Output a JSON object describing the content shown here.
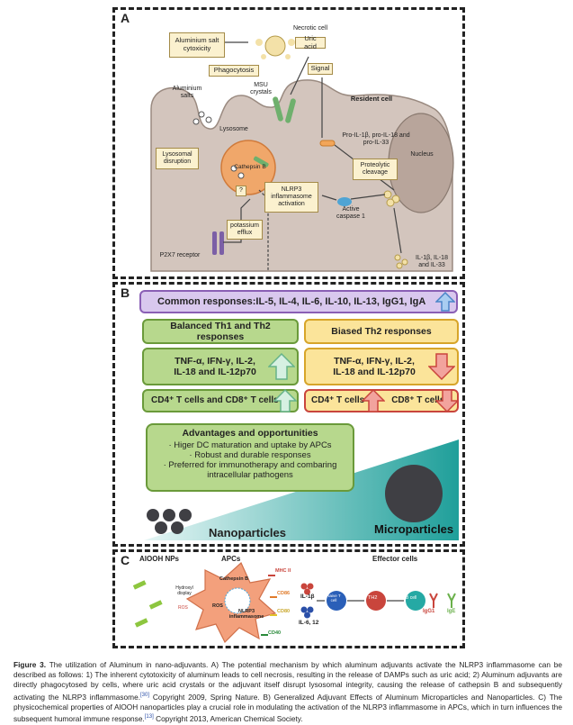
{
  "panelA": {
    "label": "A",
    "aluminium_cytotoxicity": "Aluminium salt cytoxicity",
    "necrotic_cell": "Necrotic cell",
    "uric_acid": "Uric acid",
    "signal": "Signal",
    "phagocytosis": "Phagocytosis",
    "aluminium_salts": "Aluminium salts",
    "msu_crystals": "MSU crystals",
    "resident_cell": "Resident cell",
    "lysosome": "Lysosome",
    "lysosomal_disruption": "Lysosomal disruption",
    "cathepsin_b": "Cathepsin B",
    "pro_il": "Pro-IL-1β, pro-IL-18 and pro-IL-33",
    "nucleus": "Nucleus",
    "proteolytic_cleavage": "Proteolytic cleavage",
    "question": "?",
    "nlrp3": "NLRP3 inflammasome activation",
    "active_caspase": "Active caspase 1",
    "potassium_efflux": "potassium efflux",
    "p2x7": "P2X7 receptor",
    "il_out": "IL-1β, IL-18 and IL-33"
  },
  "panelB": {
    "label": "B",
    "common": "Common responses:IL-5, IL-4, IL-6, IL-10, IL-13, IgG1, IgA",
    "balanced": "Balanced Th1 and Th2 responses",
    "biased": "Biased Th2 responses",
    "tnf_left": "TNF-α, IFN-γ, IL-2, IL-18 and IL-12p70",
    "tnf_right": "TNF-α, IFN-γ, IL-2, IL-18 and IL-12p70",
    "cd_left": "CD4⁺ T cells and CD8⁺ T cells",
    "cd4_right": "CD4⁺ T cells",
    "cd8_right": "CD8⁺ T cells",
    "adv_title": "Advantages and opportunities",
    "adv_lines": [
      "· Higer DC maturation and uptake by APCs",
      "· Robust and durable responses",
      "· Preferred for immunotherapy and combaring intracellular pathogens"
    ],
    "nano": "Nanoparticles",
    "micro": "Microparticles",
    "colors": {
      "green_fill": "#b7d88d",
      "green_border": "#6a9a3a",
      "yellow_fill": "#fbe49a",
      "yellow_border": "#d7a52a",
      "purple_fill": "#d9c8ee",
      "purple_border": "#8a5fb5",
      "teal": "#25a9a4"
    }
  },
  "panelC": {
    "label": "C",
    "alooh": "AlOOH NPs",
    "apcs": "APCs",
    "effector": "Effector cells",
    "hydroxyl": "Hydroxyl display",
    "ros_small": "ROS",
    "cathepsin": "Cathepsin B",
    "ros": "ROS",
    "nlrp3": "NLRP3 inflammasome",
    "mhc": "MHC II",
    "cd86": "CD86",
    "cd80": "CD80",
    "cd40": "CD40",
    "il1b": "IL-1β",
    "il612": "IL-6, 12",
    "naive": "Naive T cell",
    "th2": "TH2",
    "bcell": "B cell",
    "igg1": "IgG1",
    "ige": "IgE"
  },
  "caption": {
    "fig": "Figure 3.",
    "text": "The utilization of Aluminum in nano-adjuvants. A) The potential mechanism by which aluminum adjuvants activate the NLRP3 inflammasome can be described as follows: 1) The inherent cytotoxicity of aluminum leads to cell necrosis, resulting in the release of DAMPs such as uric acid; 2) Aluminum adjuvants are directly phagocytosed by cells, where uric acid crystals or the adjuvant itself disrupt lysosomal integrity, causing the release of cathepsin B and subsequently activating the NLRP3 inflammasome.",
    "ref1": "[30]",
    "text2": "Copyright 2009, Spring Nature. B) Generalized Adjuvant Effects of Aluminum Microparticles and Nanoparticles. C) The physicochemical properties of AlOOH nanoparticles play a crucial role in modulating the activation of the NLRP3 inflammasome in APCs, which in turn influences the subsequent humoral immune response.",
    "ref2": "[13]",
    "text3": "Copyright 2013, American Chemical Society."
  }
}
